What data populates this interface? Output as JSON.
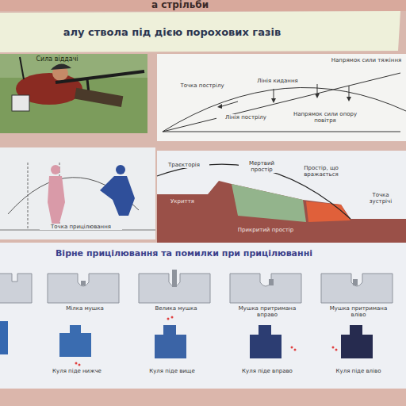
{
  "diagram": {
    "title": "а стрільби",
    "nodes": [
      {
        "text": [
          "алу ствола під дією порохових газів"
        ]
      },
      {
        "text": [
          "Сила віддачі"
        ]
      },
      {
        "text": [
          "Точка пострілу",
          "Лінія кидання",
          "Напрямок сили тяжіння",
          "Лінія пострілу",
          "Напрямок сили опору повітря"
        ]
      },
      {
        "text": [
          "Точка прицілювання"
        ]
      },
      {
        "text": [
          "Траєкторія",
          "Мертвий простір",
          "Простір, що вражається",
          "Укриття",
          "Точка зустрічі",
          "Прикритий простір"
        ]
      },
      {
        "text": [
          "Вірне прицілювання та помилки при прицілюванні"
        ]
      }
    ],
    "labels": [
      "Мілка мушка",
      "Велика мушка",
      "Мушка притримана вправо",
      "Мушка притримана вліво",
      "Куля піде нижче",
      "Куля піде вище",
      "Куля піде вправо",
      "Куля піде вліво"
    ]
  }
}
